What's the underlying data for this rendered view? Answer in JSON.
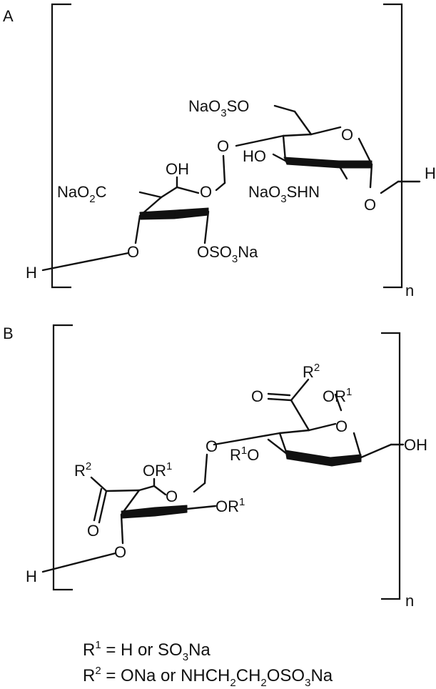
{
  "panels": {
    "a": {
      "label": "A",
      "repeat": "n",
      "labels": {
        "sulfate_ester": [
          "NaO",
          "3",
          "SO"
        ],
        "link_o": "O",
        "ring_o_right": "O",
        "ring_o_left": "O",
        "oh_left": "OH",
        "ho_right": "HO",
        "carboxylate": [
          "NaO",
          "2",
          "C"
        ],
        "sulfamate": [
          "NaO",
          "3",
          "SHN"
        ],
        "anomeric_o": "O",
        "end_h_right": "H",
        "o_bottom": "O",
        "o_sulfate": [
          "OSO",
          "3",
          "Na"
        ],
        "end_h_left": "H"
      }
    },
    "b": {
      "label": "B",
      "repeat": "n",
      "labels": {
        "r2_top": [
          "R",
          "2"
        ],
        "carbonyl_o_top": "O",
        "or1_top": [
          "OR",
          "1"
        ],
        "ring_o_right": "O",
        "oh_end": "OH",
        "r1o": [
          "R",
          "1",
          "O"
        ],
        "link_o": "O",
        "r2_left": [
          "R",
          "2"
        ],
        "or1_mid": [
          "OR",
          "1"
        ],
        "ring_o_left": "O",
        "or1_low": [
          "OR",
          "1"
        ],
        "carbonyl_o_left": "O",
        "o_bottom": "O",
        "end_h_left": "H"
      }
    }
  },
  "legend": {
    "line1": [
      "R",
      "1",
      " = H or SO",
      "3",
      "Na"
    ],
    "line2": [
      "R",
      "2",
      " = ONa or NHCH",
      "2",
      "CH",
      "2",
      "OSO",
      "3",
      "Na"
    ]
  }
}
